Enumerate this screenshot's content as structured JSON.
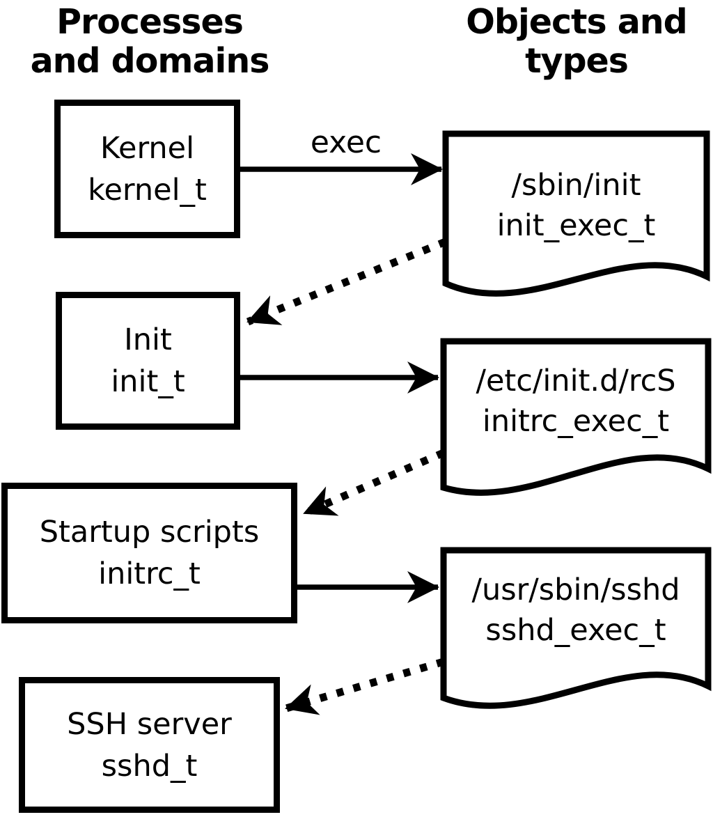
{
  "headers": {
    "left_line1": "Processes",
    "left_line2": "and domains",
    "right_line1": "Objects and",
    "right_line2": "types"
  },
  "process_nodes": [
    {
      "name": "Kernel",
      "domain": "kernel_t"
    },
    {
      "name": "Init",
      "domain": "init_t"
    },
    {
      "name": "Startup scripts",
      "domain": "initrc_t"
    },
    {
      "name": "SSH server",
      "domain": "sshd_t"
    }
  ],
  "object_nodes": [
    {
      "path": "/sbin/init",
      "type": "init_exec_t"
    },
    {
      "path": "/etc/init.d/rcS",
      "type": "initrc_exec_t"
    },
    {
      "path": "/usr/sbin/sshd",
      "type": "sshd_exec_t"
    }
  ],
  "edge_labels": {
    "exec": "exec"
  },
  "colors": {
    "line": "#000000",
    "text": "#000000",
    "background": "#ffffff"
  }
}
